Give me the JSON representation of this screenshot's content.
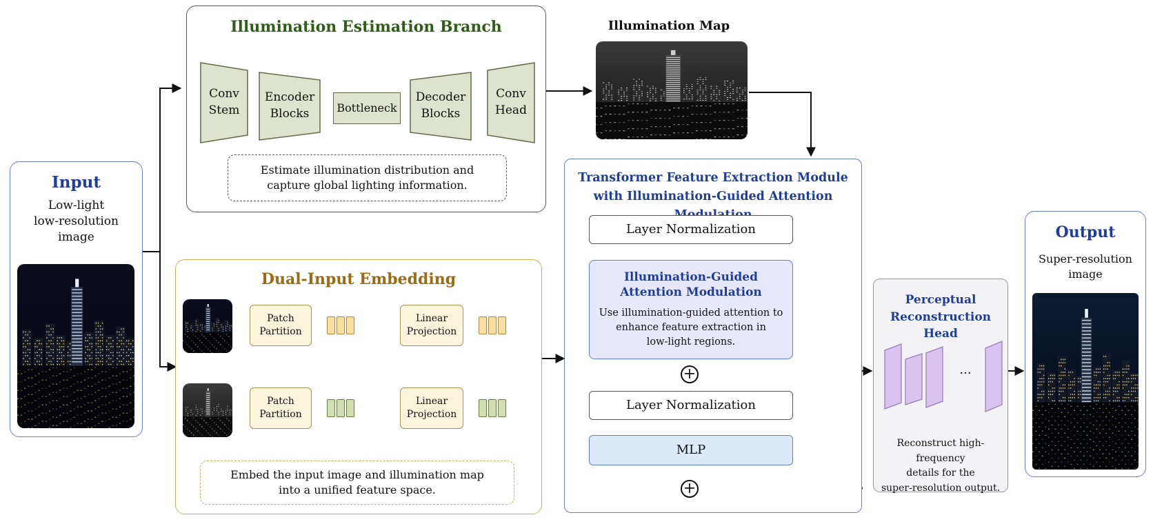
{
  "input": {
    "title": "Input",
    "desc_lines": [
      "Low-light",
      "low-resolution",
      "image"
    ]
  },
  "illum_branch": {
    "title": "Illumination Estimation Branch",
    "blocks": [
      {
        "lines": [
          "Conv",
          "Stem"
        ]
      },
      {
        "lines": [
          "Encoder",
          "Blocks"
        ]
      },
      {
        "lines": [
          "Bottleneck"
        ]
      },
      {
        "lines": [
          "Decoder",
          "Blocks"
        ]
      },
      {
        "lines": [
          "Conv",
          "Head"
        ]
      }
    ],
    "note_lines": [
      "Estimate illumination distribution and",
      "capture global lighting information."
    ]
  },
  "illum_map": {
    "title": "Illumination Map"
  },
  "embedding": {
    "title": "Dual-Input Embedding",
    "patch_lines": [
      "Patch",
      "Partition"
    ],
    "linear_lines": [
      "Linear",
      "Projection"
    ],
    "note_lines": [
      "Embed the input image and illumination map",
      "into a unified feature space."
    ]
  },
  "transformer": {
    "title_lines": [
      "Transformer Feature Extraction Module",
      "with Illumination-Guided Attention Modulation"
    ],
    "layer_norm": "Layer Normalization",
    "igam_title_lines": [
      "Illumination-Guided",
      "Attention Modulation"
    ],
    "igam_desc_lines": [
      "Use illumination-guided attention to",
      "enhance feature extraction in",
      "low-light regions."
    ],
    "mlp": "MLP",
    "plus_symbol": "+"
  },
  "reconstruction": {
    "title_lines": [
      "Perceptual",
      "Reconstruction Head"
    ],
    "ellipsis": "···",
    "desc_lines": [
      "Reconstruct high-frequency",
      "details for the",
      "super-resolution output."
    ]
  },
  "output": {
    "title": "Output",
    "desc_lines": [
      "Super-resolution",
      "image"
    ]
  },
  "colors": {
    "blue_title": "#1f3d99",
    "green_title": "#2e5e16",
    "gold_title": "#9a6b12",
    "trap_fill": "#dde3cc",
    "trap_stroke": "#5f6a4a",
    "igam_fill": "#e7e8fb",
    "igam_border": "#5b7fd4",
    "mlp_fill": "#dbe9f8",
    "patch_fill": "#fbf5dc",
    "patch_border": "#a89458",
    "token_orange": "#f8dea0",
    "token_green": "#d2dfb0",
    "plate_fill": "#d9c3ef",
    "plate_stroke": "#9a7ec0"
  }
}
